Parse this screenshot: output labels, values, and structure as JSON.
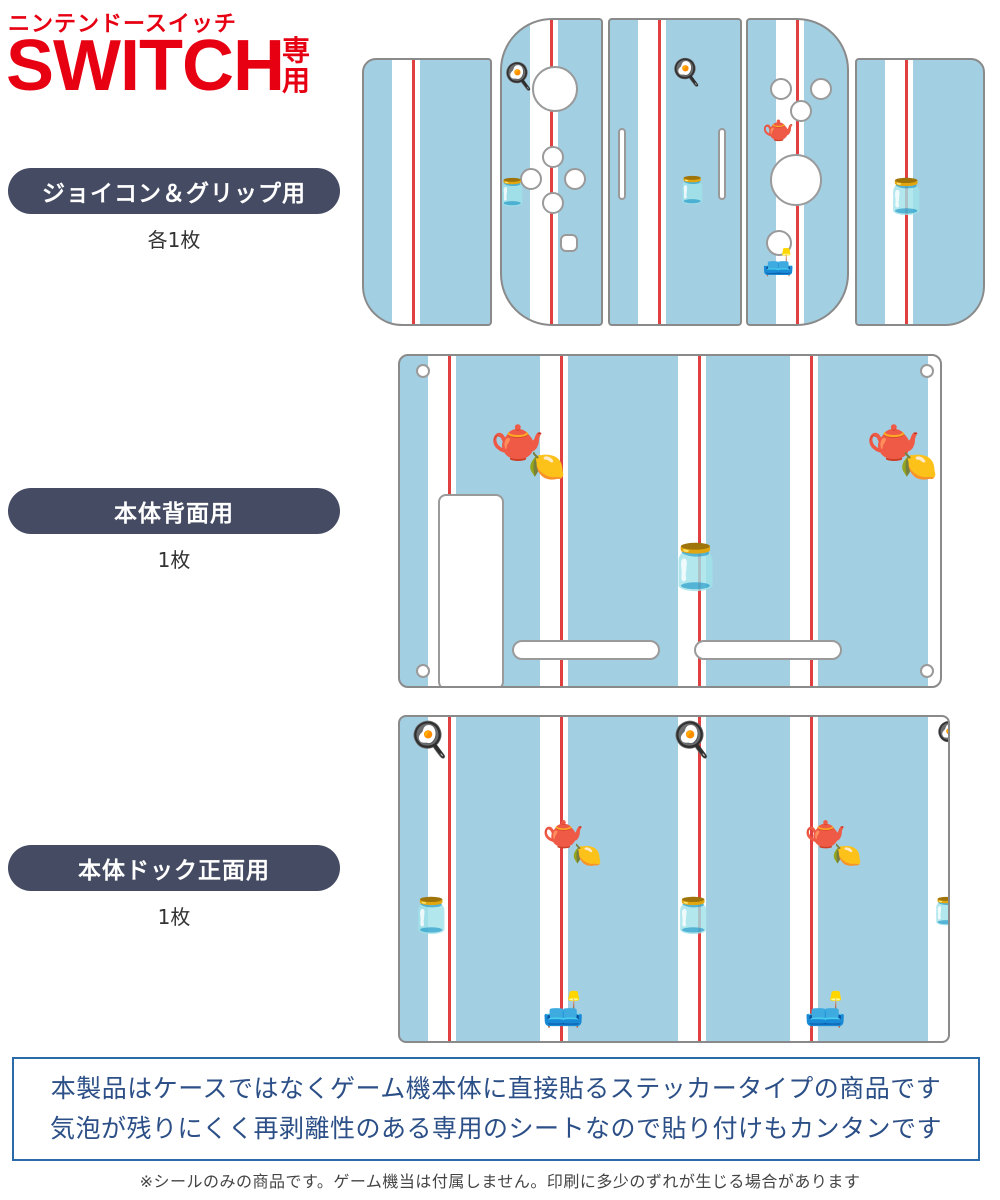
{
  "header": {
    "brand_kana": "ニンテンドースイッチ",
    "brand_main": "SWITCH",
    "brand_sub": "専用"
  },
  "sections": [
    {
      "label": "ジョイコン＆グリップ用",
      "count": "各1枚"
    },
    {
      "label": "本体背面用",
      "count": "1枚"
    },
    {
      "label": "本体ドック正面用",
      "count": "1枚"
    }
  ],
  "info": {
    "line1": "本製品はケースではなくゲーム機本体に直接貼るステッカータイプの商品です",
    "line2": "気泡が残りにくく再剥離性のある専用のシートなので貼り付けもカンタンです"
  },
  "note": "※シールのみの商品です。ゲーム機当は付属しません。印刷に多少のずれが生じる場合があります",
  "colors": {
    "brand_red": "#e60012",
    "pill_bg": "#454b62",
    "sheet_blue": "#a3cfe2",
    "stripe_red": "#e04040",
    "info_border": "#2b6aa8"
  },
  "icons": [
    "teapot-icon",
    "jar-icon",
    "armchair-icon",
    "toast-icon",
    "lemon-icon"
  ]
}
